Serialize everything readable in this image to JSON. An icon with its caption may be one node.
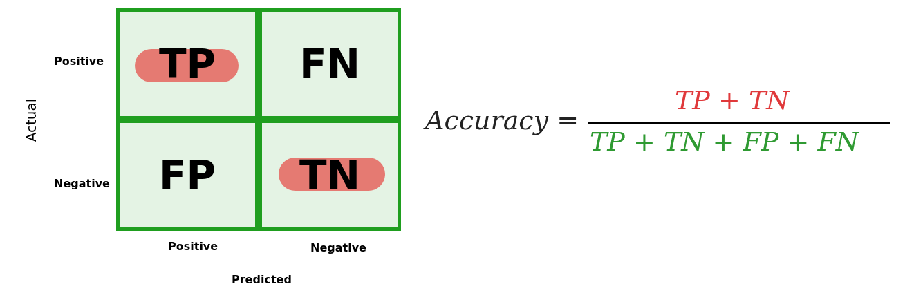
{
  "diagram": {
    "nodes": [
      {
        "text": [
          "TP"
        ]
      },
      {
        "text": [
          "FN"
        ]
      },
      {
        "text": [
          "FP"
        ]
      },
      {
        "text": [
          "TN"
        ]
      }
    ],
    "edges": [],
    "labels": [
      "Positive",
      "Actual",
      "Negative",
      "Positive",
      "Negative",
      "Predicted",
      "Accuracy =",
      "TP + TN",
      "TP + TN + FP + FN"
    ]
  }
}
